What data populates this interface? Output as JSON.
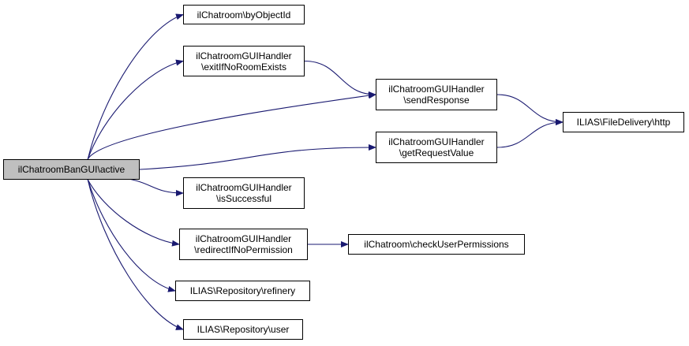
{
  "colors": {
    "edge": "#191970",
    "node_border": "#000000",
    "root_fill": "#bfbfbf",
    "node_fill": "#ffffff"
  },
  "nodes": {
    "root": {
      "lines": [
        "ilChatroomBanGUI\\active"
      ]
    },
    "byObjectId": {
      "lines": [
        "ilChatroom\\byObjectId"
      ]
    },
    "exitIfNoRoomExists": {
      "lines": [
        "ilChatroomGUIHandler",
        "\\exitIfNoRoomExists"
      ]
    },
    "sendResponse": {
      "lines": [
        "ilChatroomGUIHandler",
        "\\sendResponse"
      ]
    },
    "http": {
      "lines": [
        "ILIAS\\FileDelivery\\http"
      ]
    },
    "getRequestValue": {
      "lines": [
        "ilChatroomGUIHandler",
        "\\getRequestValue"
      ]
    },
    "isSuccessful": {
      "lines": [
        "ilChatroomGUIHandler",
        "\\isSuccessful"
      ]
    },
    "redirectIfNoPermission": {
      "lines": [
        "ilChatroomGUIHandler",
        "\\redirectIfNoPermission"
      ]
    },
    "checkUserPermissions": {
      "lines": [
        "ilChatroom\\checkUserPermissions"
      ]
    },
    "refinery": {
      "lines": [
        "ILIAS\\Repository\\refinery"
      ]
    },
    "user": {
      "lines": [
        "ILIAS\\Repository\\user"
      ]
    }
  },
  "edges": [
    [
      "root",
      "byObjectId"
    ],
    [
      "root",
      "exitIfNoRoomExists"
    ],
    [
      "root",
      "sendResponse"
    ],
    [
      "root",
      "getRequestValue"
    ],
    [
      "root",
      "isSuccessful"
    ],
    [
      "root",
      "redirectIfNoPermission"
    ],
    [
      "root",
      "refinery"
    ],
    [
      "root",
      "user"
    ],
    [
      "exitIfNoRoomExists",
      "sendResponse"
    ],
    [
      "sendResponse",
      "http"
    ],
    [
      "getRequestValue",
      "http"
    ],
    [
      "redirectIfNoPermission",
      "checkUserPermissions"
    ]
  ]
}
